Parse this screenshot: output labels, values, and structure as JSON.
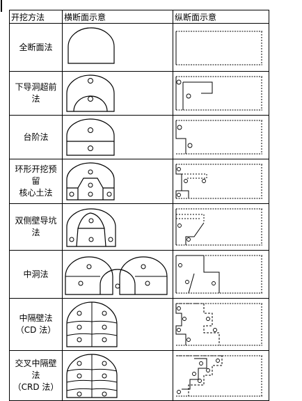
{
  "headers": {
    "method": "开挖方法",
    "cross_section": "横断面示意",
    "longitudinal_section": "纵断面示意"
  },
  "rows": [
    {
      "id": "full-face",
      "name_lines": [
        "全断面法"
      ]
    },
    {
      "id": "lower-pilot-heading",
      "name_lines": [
        "下导洞超前",
        "法"
      ]
    },
    {
      "id": "bench",
      "name_lines": [
        "台阶法"
      ]
    },
    {
      "id": "ring-core",
      "name_lines": [
        "环形开挖预",
        "留",
        "核心土法"
      ]
    },
    {
      "id": "double-side-drift",
      "name_lines": [
        "双侧壁导坑",
        "法"
      ]
    },
    {
      "id": "center-drift",
      "name_lines": [
        "中洞法"
      ]
    },
    {
      "id": "cd",
      "name_lines": [
        "中隔壁法",
        "（CD 法）"
      ]
    },
    {
      "id": "crd",
      "name_lines": [
        "交叉中隔壁",
        "法",
        "（CRD 法）"
      ]
    }
  ]
}
